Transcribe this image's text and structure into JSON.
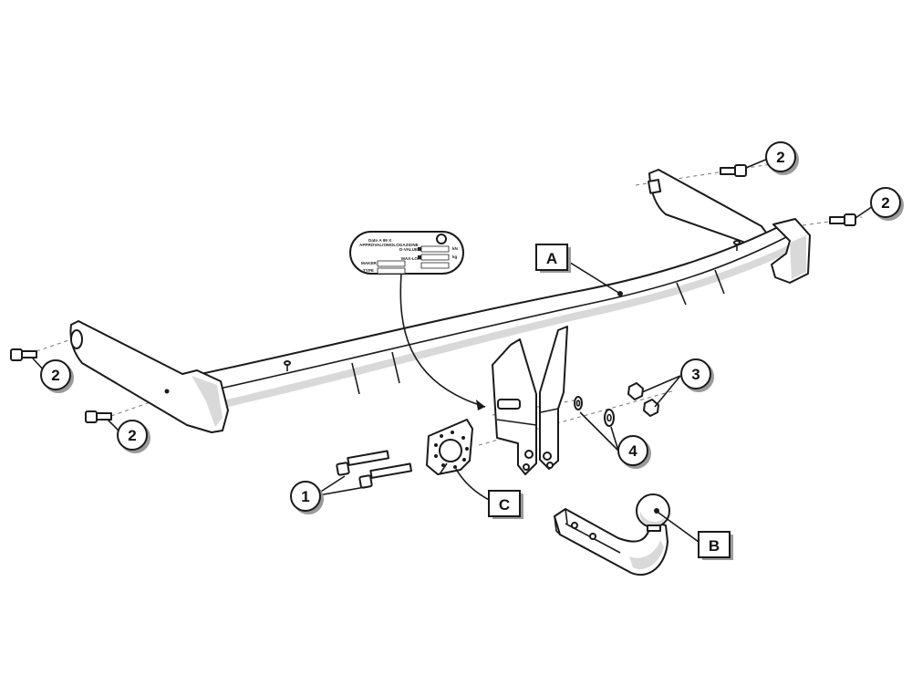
{
  "diagram": {
    "callouts": {
      "c1": "1",
      "c2a": "2",
      "c2b": "2",
      "c2c": "2",
      "c2d": "2",
      "c3": "3",
      "c4": "4",
      "cA": "A",
      "cB": "B",
      "cC": "C"
    },
    "plate": {
      "line1": "Dato A 99 X",
      "line2": "APPROVAL/OMOLOGAZIONE",
      "line3": "D-VALUE",
      "line4": "MAX-LOAD",
      "line5": "MAKER",
      "line6": "TYPE",
      "unit1": "kN",
      "unit2": "kg"
    }
  }
}
